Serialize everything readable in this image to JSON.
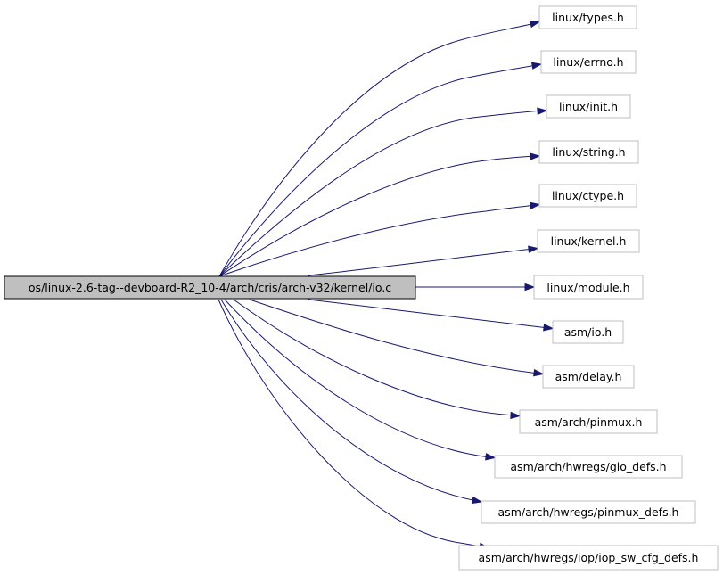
{
  "colors": {
    "edge": "#191970",
    "source_fill": "#bfbfbf",
    "node_border": "#bfbfbf"
  },
  "source": {
    "label": "os/linux-2.6-tag--devboard-R2_10-4/arch/cris/arch-v32/kernel/io.c"
  },
  "includes": [
    {
      "label": "linux/types.h"
    },
    {
      "label": "linux/errno.h"
    },
    {
      "label": "linux/init.h"
    },
    {
      "label": "linux/string.h"
    },
    {
      "label": "linux/ctype.h"
    },
    {
      "label": "linux/kernel.h"
    },
    {
      "label": "linux/module.h"
    },
    {
      "label": "asm/io.h"
    },
    {
      "label": "asm/delay.h"
    },
    {
      "label": "asm/arch/pinmux.h"
    },
    {
      "label": "asm/arch/hwregs/gio_defs.h"
    },
    {
      "label": "asm/arch/hwregs/pinmux_defs.h"
    },
    {
      "label": "asm/arch/hwregs/iop/iop_sw_cfg_defs.h"
    }
  ]
}
